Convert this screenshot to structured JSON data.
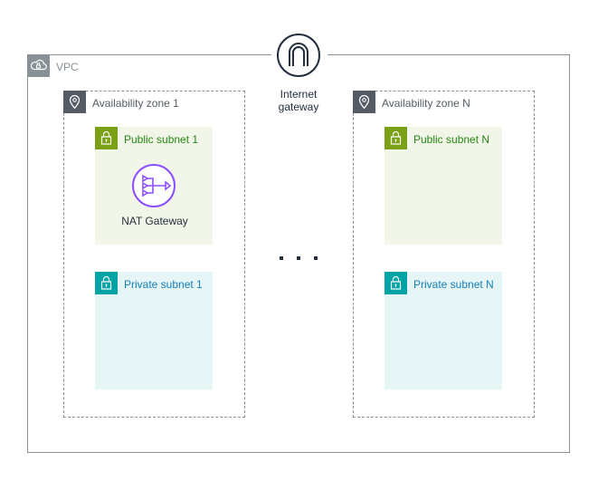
{
  "vpc": {
    "label": "VPC",
    "icon": "cloud-lock-icon",
    "border_color": "#879196"
  },
  "internet_gateway": {
    "label_line1": "Internet",
    "label_line2": "gateway",
    "icon": "internet-gateway-icon"
  },
  "separator": {
    "label": "· · ·"
  },
  "zones": [
    {
      "label": "Availability zone 1",
      "public_subnet": {
        "label": "Public subnet 1",
        "color": "#7AA116"
      },
      "nat_gateway": {
        "label": "NAT Gateway",
        "color": "#8C4FFF"
      },
      "private_subnet": {
        "label": "Private subnet 1",
        "color": "#00A4A6"
      }
    },
    {
      "label": "Availability zone N",
      "public_subnet": {
        "label": "Public subnet N",
        "color": "#7AA116"
      },
      "private_subnet": {
        "label": "Private subnet N",
        "color": "#00A4A6"
      }
    }
  ]
}
